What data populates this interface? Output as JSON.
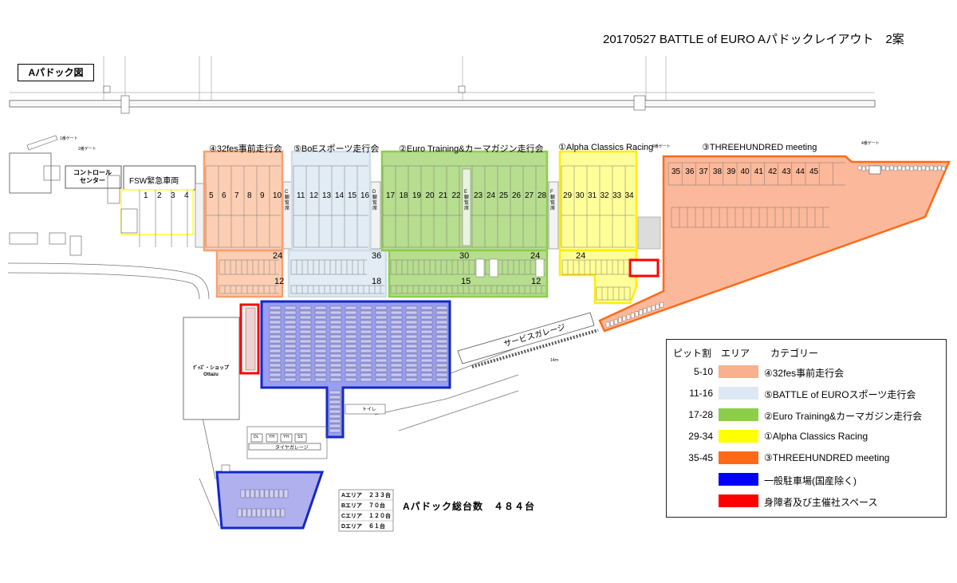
{
  "header": {
    "title": "20170527 BATTLE of EURO Aパドックレイアウト　2案"
  },
  "paddock_title": "Aパドック図",
  "zones": [
    {
      "id": "32fes",
      "label": "④32fes事前走行会",
      "color": "#f8b08e"
    },
    {
      "id": "boe",
      "label": "⑤BoEスポーツ走行会",
      "color": "#dce9f4"
    },
    {
      "id": "euro",
      "label": "②Euro Training&カーマガジン走行会",
      "color": "#8ccd4a"
    },
    {
      "id": "alpha",
      "label": "①Alpha Classics Racing",
      "color": "#ffff00"
    },
    {
      "id": "threehundred",
      "label": "③THREEHUNDRED meeting",
      "color": "#ff6a1a"
    }
  ],
  "pits": {
    "group_a": [
      "5",
      "6",
      "7",
      "8",
      "9",
      "10"
    ],
    "group_b": [
      "11",
      "12",
      "13",
      "14",
      "15",
      "16"
    ],
    "group_c": [
      "17",
      "18",
      "19",
      "20",
      "21",
      "22"
    ],
    "group_d": [
      "23",
      "24",
      "25",
      "26",
      "27",
      "28"
    ],
    "group_e": [
      "29",
      "30",
      "31",
      "32",
      "33",
      "34"
    ],
    "group_f": [
      "35",
      "36",
      "37",
      "38",
      "39",
      "40",
      "41",
      "42",
      "43",
      "44",
      "45"
    ],
    "group_left": [
      "1",
      "2",
      "3",
      "4"
    ]
  },
  "labels": {
    "fsw": "FSW緊急車両",
    "control": "コントロール\nセンター",
    "service_garage": "サービスガレージ",
    "shop": "ｸﾞｯｽﾞ・ショップ\nOttazu",
    "toilet": "トイレ",
    "tire_garage": "タイヤガレージ",
    "gate1": "1番ゲート",
    "gate2": "2番ゲート",
    "gate4": "4番ゲート",
    "gate9": "9番ゲート",
    "dl": "DL",
    "yh1": "YH",
    "yh2": "YH",
    "ss": "SS",
    "measure": "14ｍ",
    "count_24a": "24",
    "count_12a": "12",
    "count_36": "36",
    "count_18": "18",
    "count_30": "30",
    "count_24b": "24",
    "count_15": "15",
    "count_12b": "12",
    "count_24c": "24",
    "section_e": "E\n観\n覧\n席",
    "section_c": "C\n観\n覧\n席",
    "section_d": "D\n観\n覧\n席",
    "section_f": "F\n観\n覧\n席"
  },
  "area_table": [
    {
      "area": "Aエリア",
      "count": "２３３台"
    },
    {
      "area": "Bエリア",
      "count": "７０台"
    },
    {
      "area": "Cエリア",
      "count": "１２０台"
    },
    {
      "area": "Dエリア",
      "count": "６１台"
    }
  ],
  "total": "Aパドック総台数　４８４台",
  "legend": {
    "headers": {
      "pit": "ピット割",
      "area": "エリア",
      "category": "カテゴリー"
    },
    "rows": [
      {
        "range": "5-10",
        "color": "#f8b08e",
        "category": "④32fes事前走行会"
      },
      {
        "range": "11-16",
        "color": "#dce9f4",
        "category": "⑤BATTLE of EUROスポーツ走行会"
      },
      {
        "range": "17-28",
        "color": "#8ccd4a",
        "category": "②Euro Training&カーマガジン走行会"
      },
      {
        "range": "29-34",
        "color": "#ffff00",
        "category": "①Alpha Classics Racing"
      },
      {
        "range": "35-45",
        "color": "#ff6a1a",
        "category": "③THREEHUNDRED meeting"
      },
      {
        "range": "",
        "color": "#0000ff",
        "category": "一般駐車場(国産除く)"
      },
      {
        "range": "",
        "color": "#ff0000",
        "category": "身障者及び主催社スペース"
      }
    ]
  }
}
